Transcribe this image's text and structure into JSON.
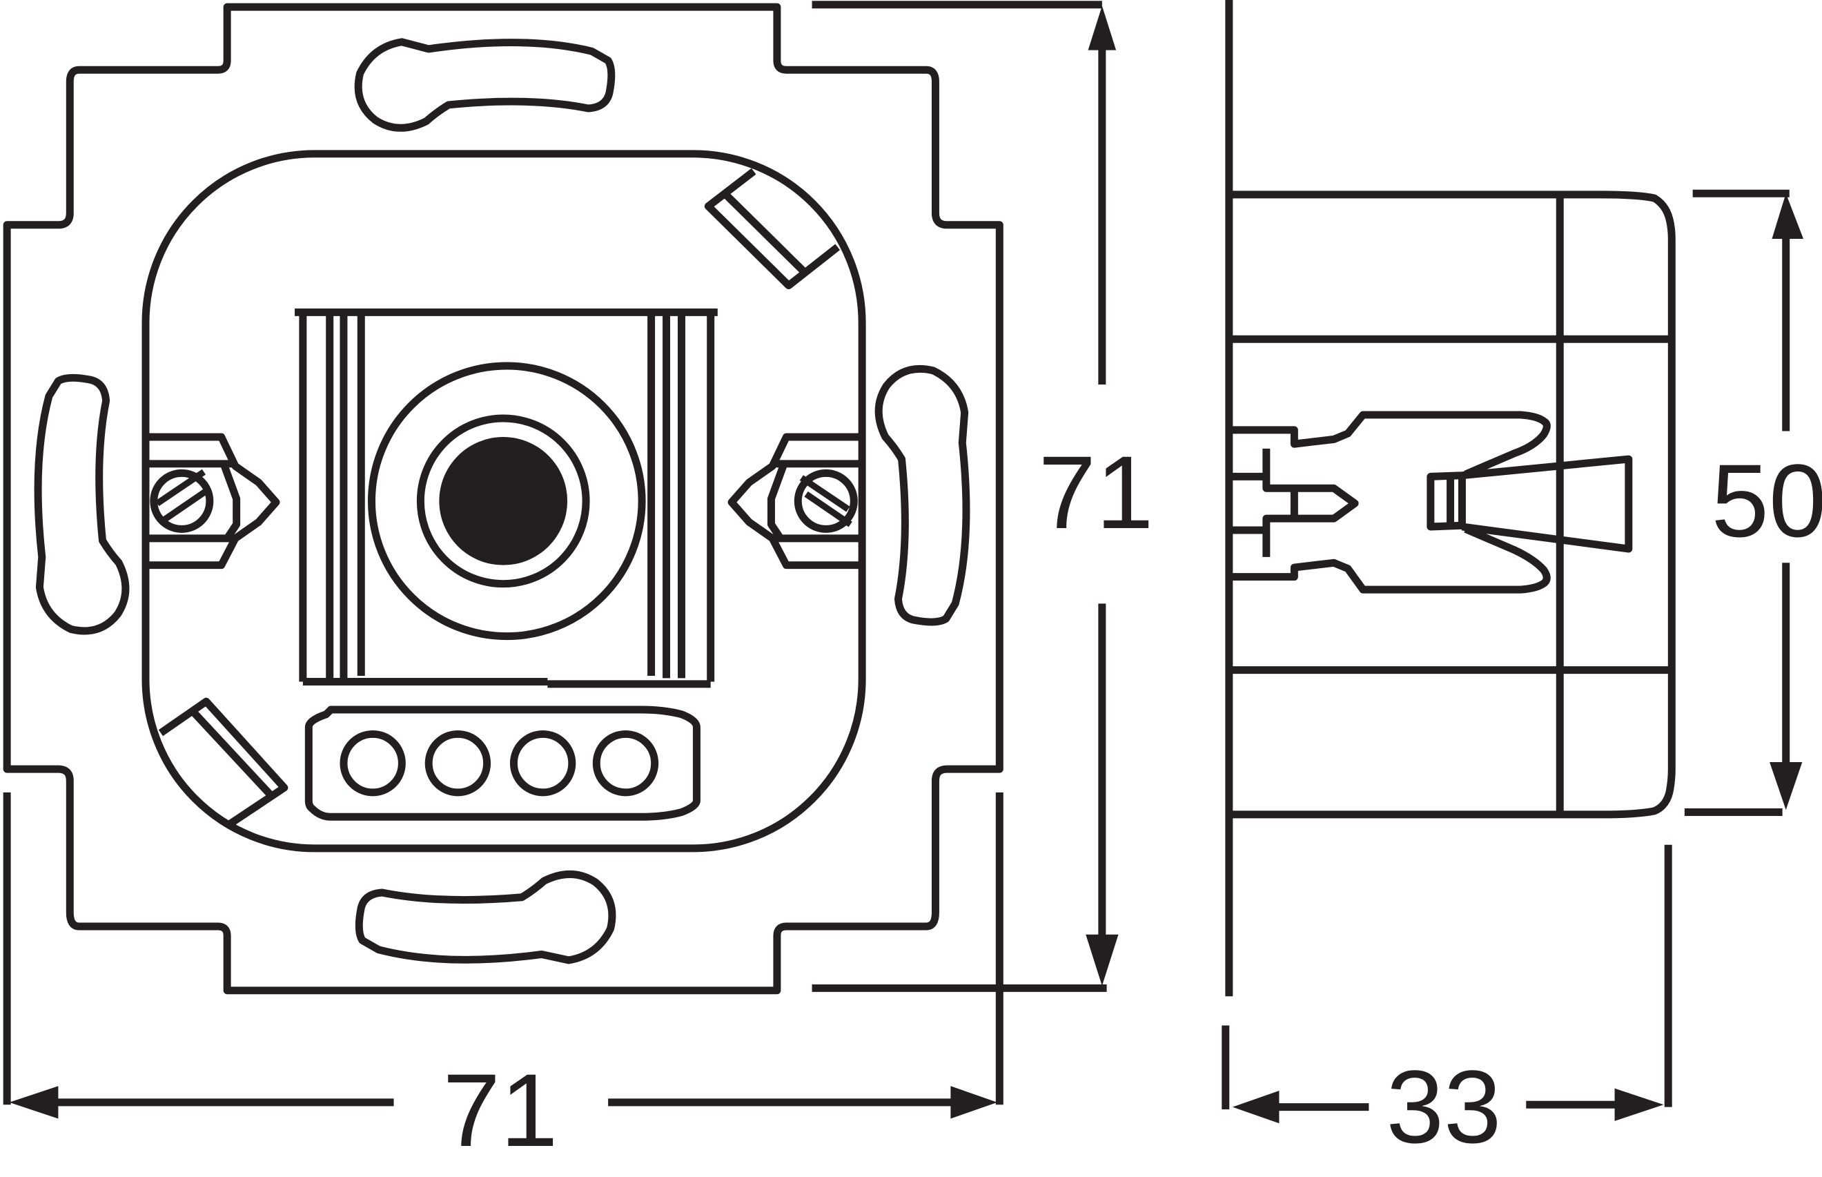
{
  "dimensions": {
    "front_width": "71",
    "front_height": "71",
    "side_height": "50",
    "side_depth": "33"
  },
  "colors": {
    "line": "#231f20",
    "background": "#ffffff"
  }
}
